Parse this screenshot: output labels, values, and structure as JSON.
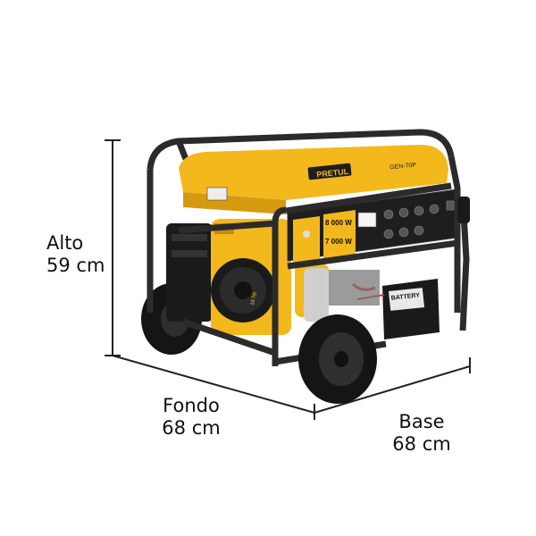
{
  "dimensions": {
    "height": {
      "label": "Alto",
      "value": "59 cm"
    },
    "depth": {
      "label": "Fondo",
      "value": "68 cm"
    },
    "width": {
      "label": "Base",
      "value": "68 cm"
    }
  },
  "product": {
    "brand": "PRETUL",
    "model": "GEN-70P",
    "power_max": "8 000 W",
    "power_cont": "7 000 W",
    "engine_hp": "16 hp",
    "battery_label": "BATTERY"
  },
  "colors": {
    "frame": "#2b2b2b",
    "body_yellow": "#f3b81c",
    "panel_dark": "#1e1e1e",
    "tire": "#151515",
    "dimension_line": "#222222"
  }
}
